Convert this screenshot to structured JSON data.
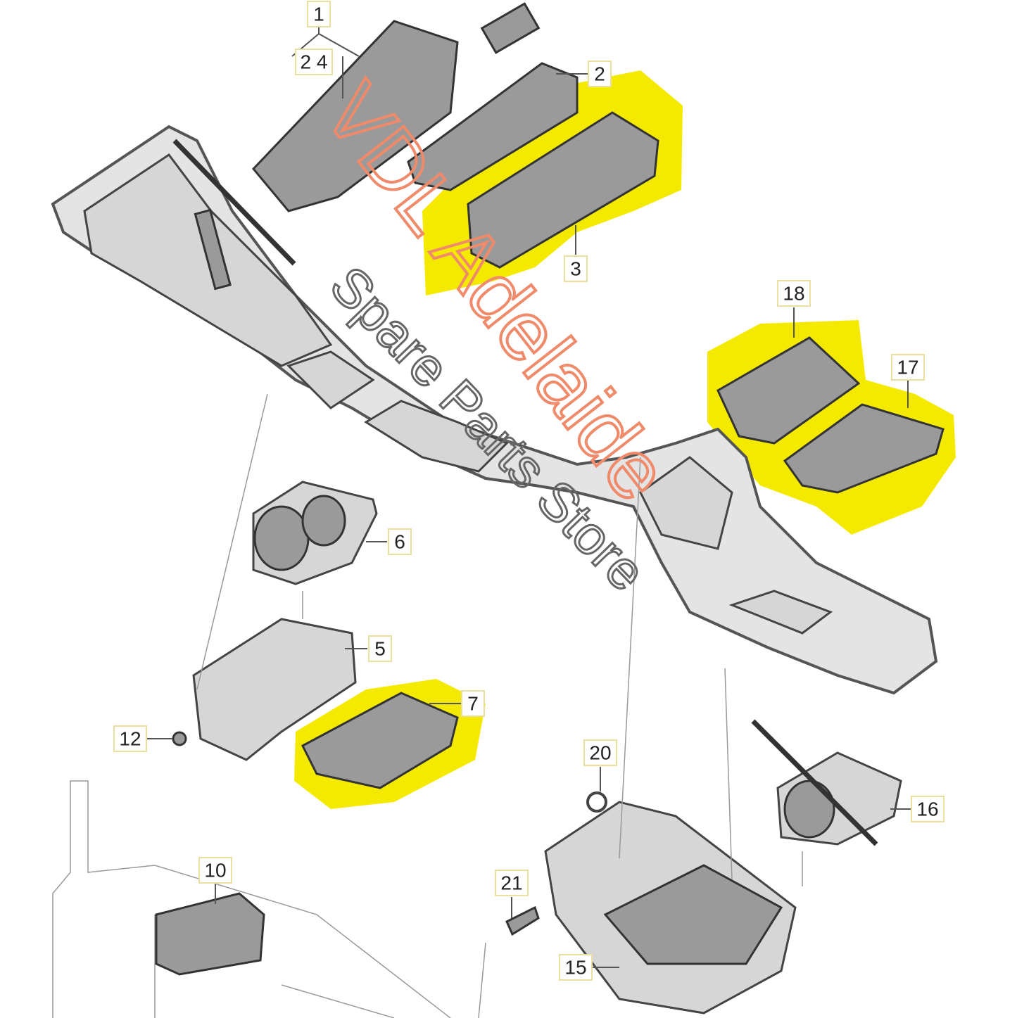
{
  "diagram": {
    "labels": {
      "p1": "1",
      "p24": "2 4",
      "p2": "2",
      "p3": "3",
      "p18": "18",
      "p17": "17",
      "p6": "6",
      "p5": "5",
      "p7": "7",
      "p12": "12",
      "p20": "20",
      "p16": "16",
      "p10": "10",
      "p21": "21",
      "p15": "15"
    },
    "watermark": {
      "brand": "VDL Adelaide",
      "tagline": "Spare Parts Store"
    },
    "colors": {
      "highlight": "#f4ea00",
      "watermark_brand": "#ef8a6a",
      "watermark_tagline": "#666666"
    }
  }
}
